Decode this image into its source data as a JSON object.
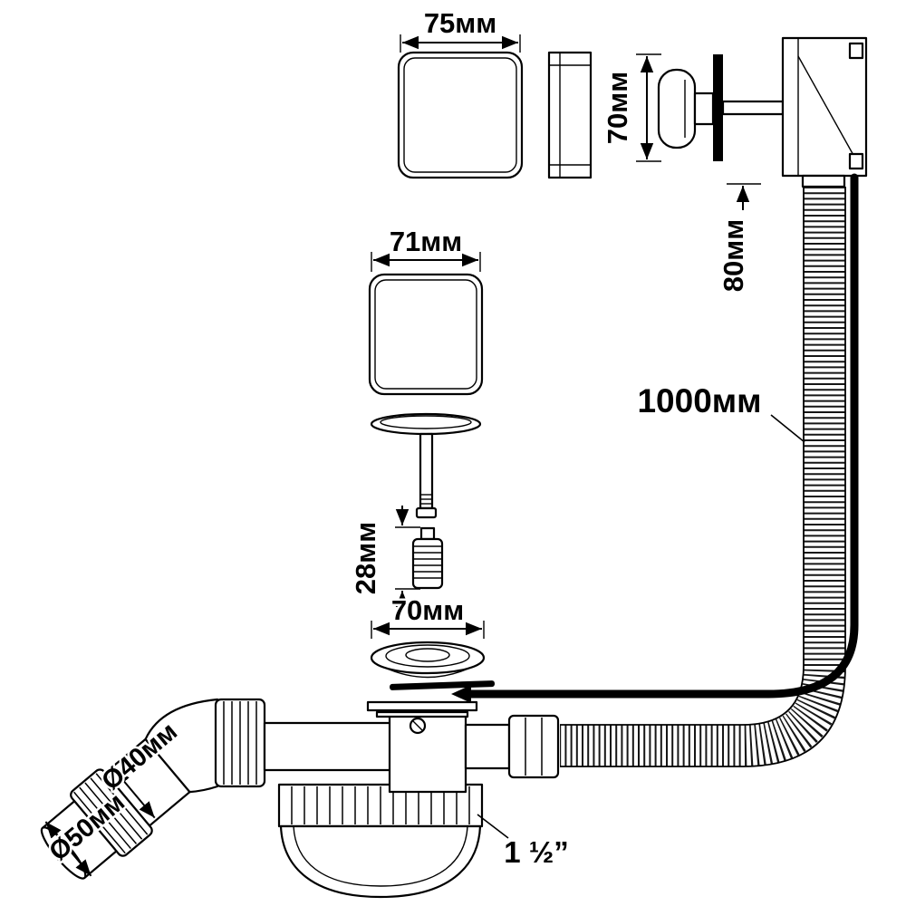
{
  "drawing": {
    "background": "#ffffff",
    "line_color": "#000000",
    "dims": {
      "overflow_plate_width": "75мм",
      "overflow_plate_height": "70мм",
      "overflow_body_depth": "80мм",
      "plug_width": "71мм",
      "hose_length": "1000мм",
      "screw_length": "28мм",
      "waste_flange_diameter": "70мм",
      "outlet_inner_diameter": "Ø40мм",
      "outlet_outer_diameter": "Ø50мм",
      "siphon_connection_size": "1 ½”"
    }
  }
}
